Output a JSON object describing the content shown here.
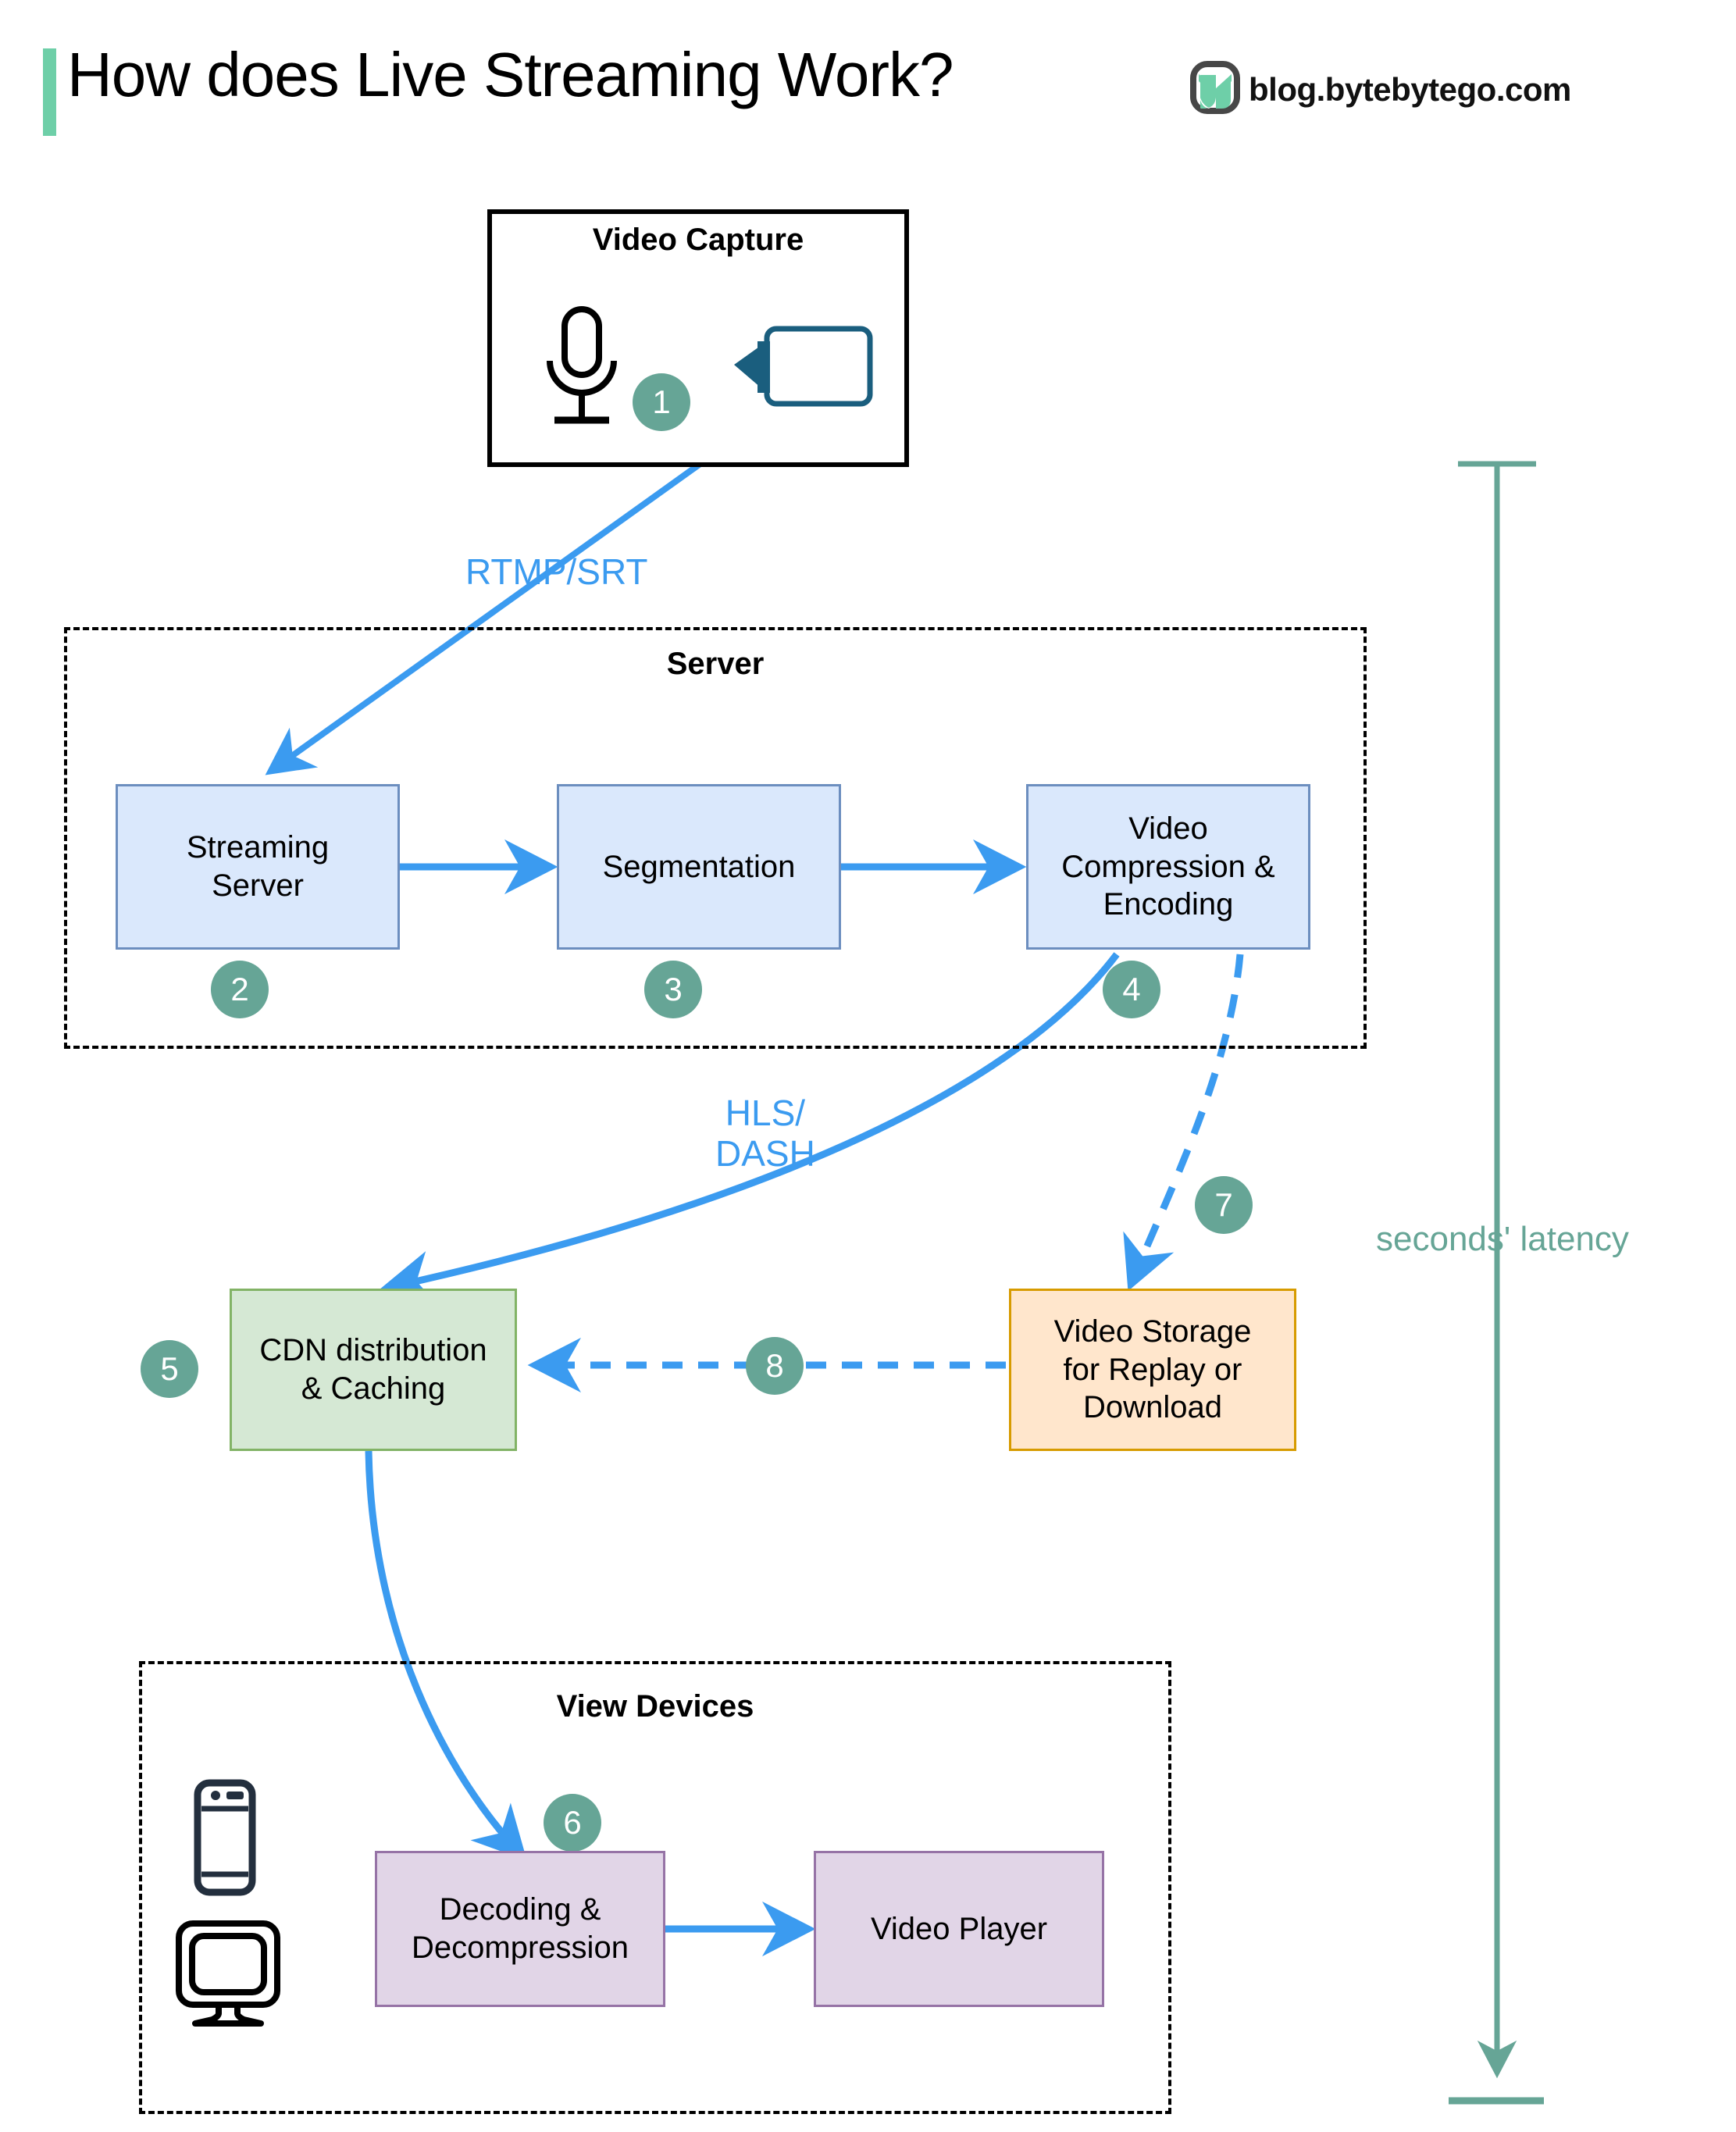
{
  "header": {
    "title": "How does Live Streaming Work?",
    "brand": "blog.bytebytego.com",
    "accent_color": "#6ECFA8",
    "logo_icon": "bytebytego-leaf-logo-icon"
  },
  "containers": {
    "video_capture": {
      "title": "Video Capture",
      "style": "solid-black-border"
    },
    "server": {
      "title": "Server",
      "style": "dashed-black-border"
    },
    "view_devices": {
      "title": "View Devices",
      "style": "dashed-black-border"
    }
  },
  "icons": {
    "microphone": "microphone-icon",
    "video_camera": "video-camera-icon",
    "phone": "mobile-phone-icon",
    "monitor": "desktop-monitor-icon"
  },
  "nodes": [
    {
      "id": "streaming-server",
      "label": "Streaming\nServer",
      "color": "blue",
      "step": "2"
    },
    {
      "id": "segmentation",
      "label": "Segmentation",
      "color": "blue",
      "step": "3"
    },
    {
      "id": "video-compression",
      "label": "Video\nCompression &\nEncoding",
      "color": "blue",
      "step": "4"
    },
    {
      "id": "cdn",
      "label": "CDN distribution\n& Caching",
      "color": "green",
      "step": "5"
    },
    {
      "id": "video-storage",
      "label": "Video Storage\nfor Replay or\nDownload",
      "color": "orange",
      "step": "7"
    },
    {
      "id": "decoding",
      "label": "Decoding &\nDecompression",
      "color": "purple",
      "step": "6"
    },
    {
      "id": "video-player",
      "label": "Video Player",
      "color": "purple",
      "step": ""
    }
  ],
  "steps": {
    "capture": "1",
    "streaming_server": "2",
    "segmentation": "3",
    "compression": "4",
    "cdn": "5",
    "decoding": "6",
    "storage": "7",
    "storage_to_cdn": "8"
  },
  "edge_labels": {
    "rtmp_srt": "RTMP/SRT",
    "hls_dash": "HLS/\nDASH"
  },
  "latency": {
    "label": "seconds' latency",
    "color": "#66A596"
  },
  "colors": {
    "blue_fill": "#DAE8FC",
    "blue_border": "#6C8EBF",
    "green_fill": "#D5E8D4",
    "green_border": "#82B366",
    "orange_fill": "#FFE6CC",
    "orange_border": "#D79B00",
    "purple_fill": "#E1D5E7",
    "purple_border": "#9673A6",
    "arrow_blue": "#3B9BF0",
    "badge_teal": "#66A596"
  }
}
